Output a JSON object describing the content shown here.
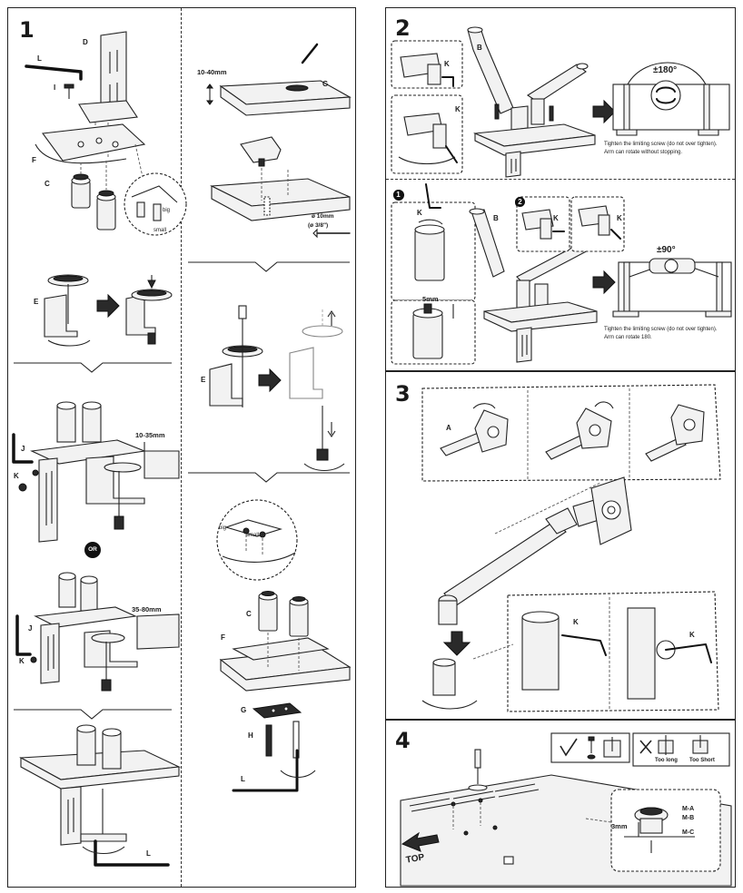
{
  "step1": {
    "number": "1",
    "labels": {
      "D": "D",
      "L": "L",
      "I": "I",
      "F": "F",
      "C": "C",
      "E": "E",
      "J": "J",
      "K": "K",
      "G": "G",
      "H": "H",
      "big": "big",
      "small": "small"
    },
    "dims": {
      "thickness_top": "10-40mm",
      "clamp_small": "10-35mm",
      "clamp_large": "35-80mm",
      "hole_diameter": "ø 10mm",
      "hole_diameter_imperial": "(ø 3/8\")"
    },
    "or_badge": "OR"
  },
  "step2": {
    "number": "2",
    "panel_a": {
      "label_B": "B",
      "label_K": "K",
      "angle": "±180°",
      "caption_line1": "Tighten the limiting screw (do not over tighten).",
      "caption_line2": "Arm can rotate without stopping."
    },
    "panel_b": {
      "sub1": "1",
      "sub2": "2",
      "label_K": "K",
      "label_B": "B",
      "dim": "5mm",
      "angle": "±90°",
      "caption_line1": "Tighten the limiting screw (do not over tighten).",
      "caption_line2": "Arm can rotate 180."
    }
  },
  "step3": {
    "number": "3",
    "label_A": "A",
    "label_K": "K"
  },
  "step4": {
    "number": "4",
    "too_long": "Too long",
    "too_short": "Too Short",
    "top": "TOP",
    "dim": "3mm",
    "screws": [
      "M-A",
      "M-B",
      "M-C"
    ]
  },
  "colors": {
    "ink": "#1a1a1a",
    "fill": "#f2f2f2",
    "border": "#222222"
  }
}
